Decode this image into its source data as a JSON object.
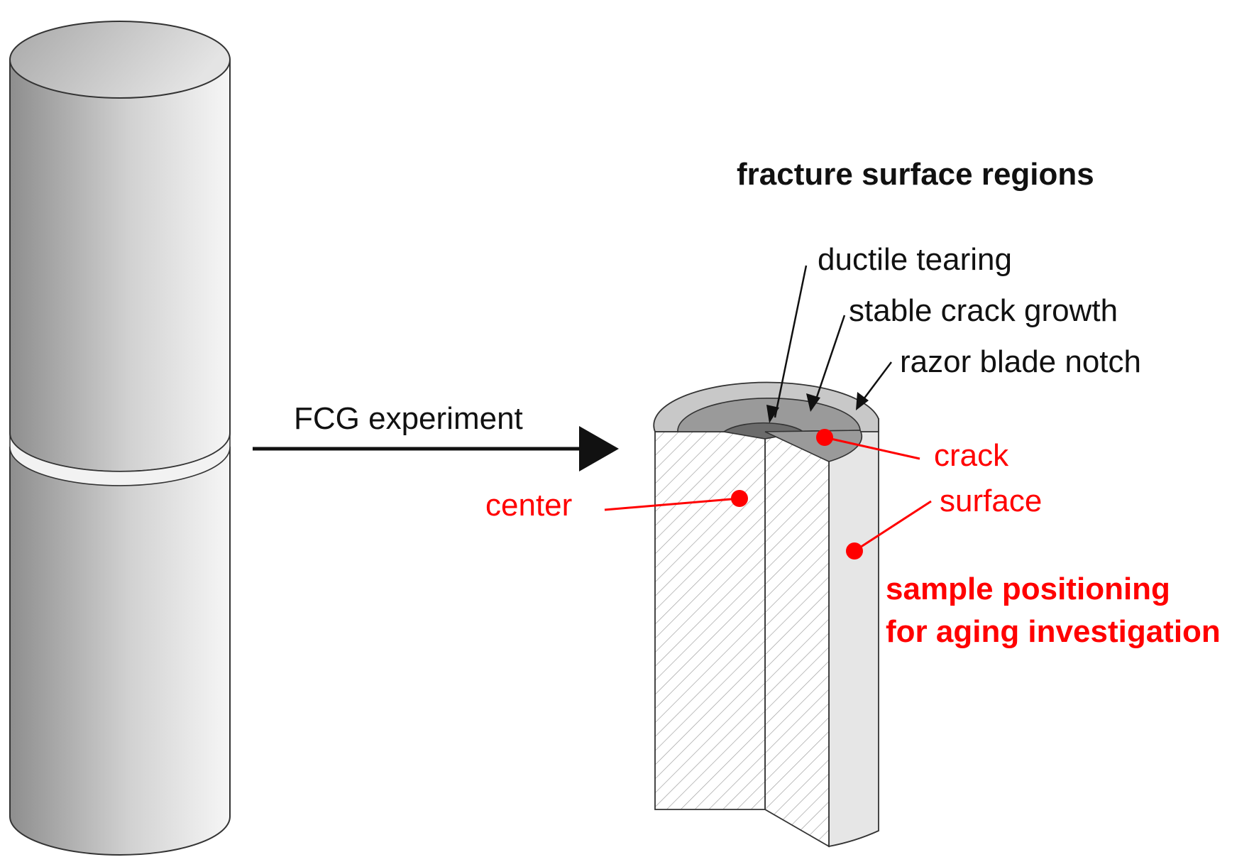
{
  "colors": {
    "accent_red": "#ff0000",
    "ink": "#111111",
    "ring_notch": "#c8c8c8",
    "ring_stable": "#9a9a9a",
    "ring_ductile": "#6b6b6b",
    "outer_surface": "#e6e6e6"
  },
  "labels": {
    "fcg_experiment": "FCG experiment",
    "fracture_surface_regions": "fracture surface regions",
    "ductile_tearing": "ductile tearing",
    "stable_crack_growth": "stable crack growth",
    "razor_blade_notch": "razor blade notch",
    "crack": "crack",
    "center": "center",
    "surface": "surface",
    "sample_positioning_line1": "sample positioning",
    "sample_positioning_line2": "for aging investigation"
  }
}
